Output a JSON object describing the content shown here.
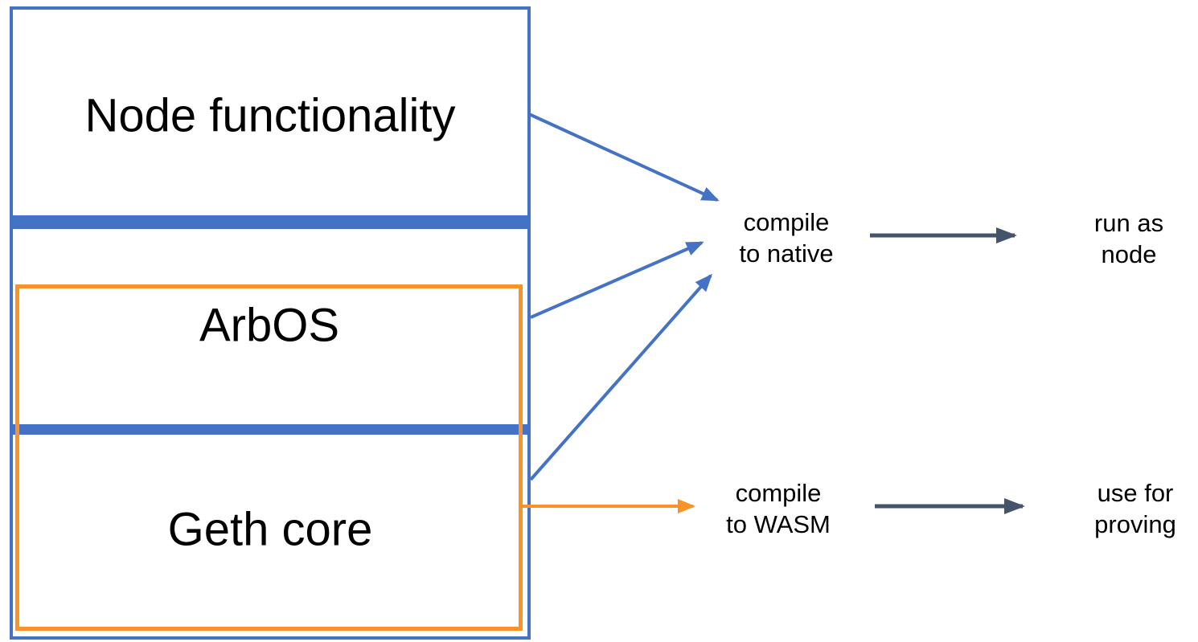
{
  "diagram": {
    "stack": {
      "node_functionality": "Node functionality",
      "arbos": "ArbOS",
      "geth_core": "Geth core"
    },
    "labels": {
      "compile_native_line1": "compile",
      "compile_native_line2": "to native",
      "run_node_line1": "run as",
      "run_node_line2": "node",
      "compile_wasm_line1": "compile",
      "compile_wasm_line2": "to WASM",
      "proving_line1": "use for",
      "proving_line2": "proving"
    },
    "colors": {
      "blue": "#4472C4",
      "orange": "#FB9228",
      "dark": "#44546A",
      "text": "#000000",
      "background": "#FFFFFF"
    }
  }
}
